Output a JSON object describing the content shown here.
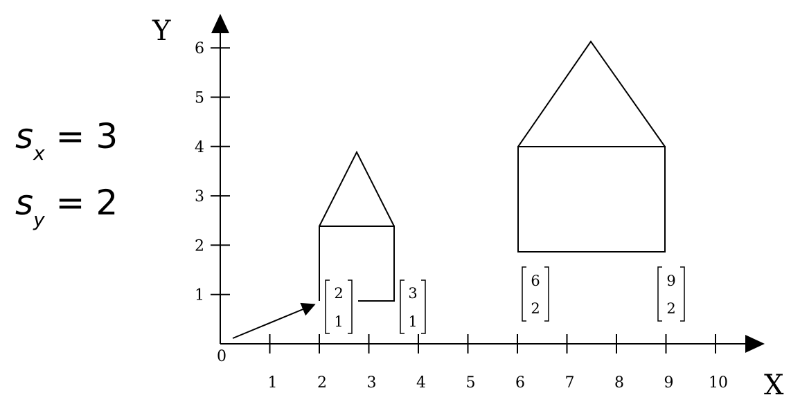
{
  "axes": {
    "x_label": "X",
    "y_label": "Y",
    "origin_label": "0",
    "x_ticks": [
      "1",
      "2",
      "3",
      "4",
      "5",
      "6",
      "7",
      "8",
      "9",
      "10"
    ],
    "y_ticks": [
      "1",
      "2",
      "3",
      "4",
      "5",
      "6"
    ]
  },
  "scale": {
    "sx": {
      "symbol": "s",
      "subscript": "x",
      "equals": "= 3"
    },
    "sy": {
      "symbol": "s",
      "subscript": "y",
      "equals": "= 2"
    }
  },
  "small_house": {
    "anchor_left": {
      "top": "2",
      "bottom": "1"
    },
    "anchor_right": {
      "top": "3",
      "bottom": "1"
    }
  },
  "large_house": {
    "anchor_left": {
      "top": "6",
      "bottom": "2"
    },
    "anchor_right": {
      "top": "9",
      "bottom": "2"
    }
  }
}
